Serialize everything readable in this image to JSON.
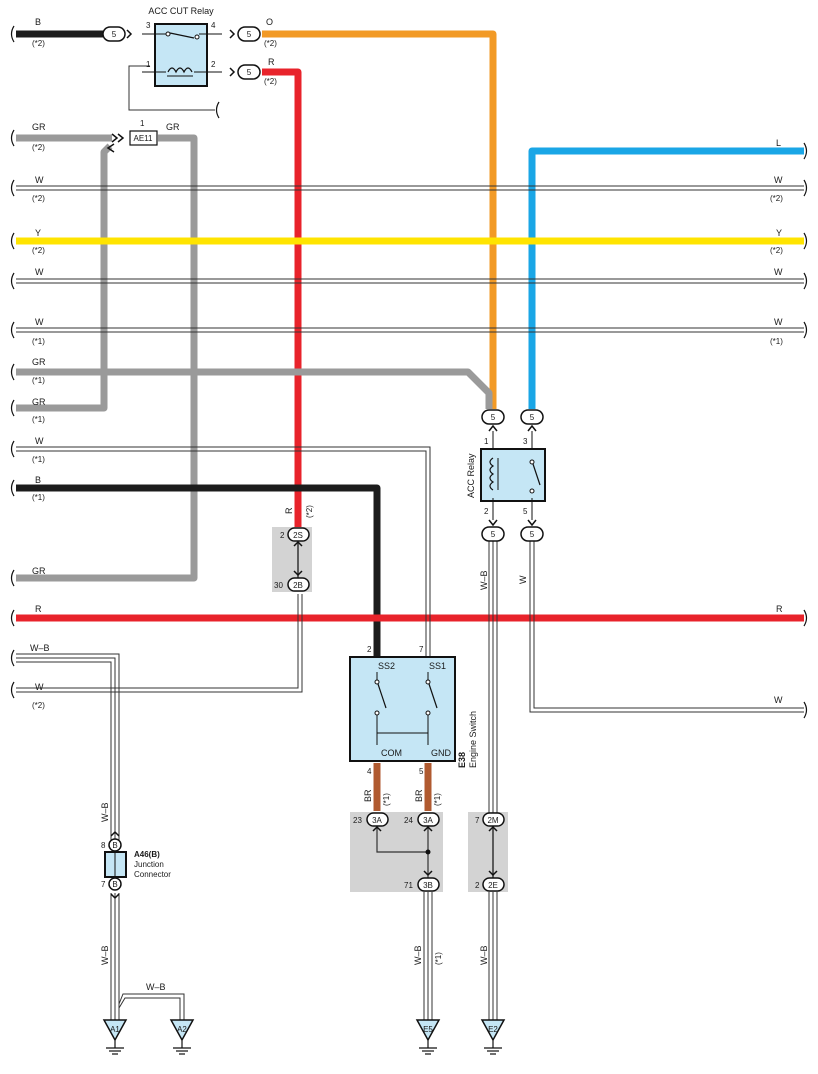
{
  "colors": {
    "black": "#1c1c1c",
    "orange": "#f29a26",
    "red": "#e8232b",
    "gray": "#9a9a9a",
    "blue": "#1aa6e6",
    "yellow": "#ffe400",
    "brown": "#b05a30",
    "component_fill": "#c5e6f5",
    "shade": "#d3d3d3"
  },
  "acc_cut_relay": {
    "title": "ACC CUT Relay",
    "pin3": "3",
    "pin4": "4",
    "pin1": "1",
    "pin2": "2"
  },
  "acc_relay": {
    "title": "ACC Relay",
    "pin1": "1",
    "pin3": "3",
    "pin2": "2",
    "pin5": "5"
  },
  "engine_switch": {
    "code": "E38",
    "name": "Engine Switch",
    "ss2": "SS2",
    "ss1": "SS1",
    "com": "COM",
    "gnd": "GND",
    "pin2": "2",
    "pin7": "7",
    "pin4": "4",
    "pin5": "5"
  },
  "junction_connector": {
    "code": "A46(B)",
    "name_line1": "Junction",
    "name_line2": "Connector",
    "top_pin": "8",
    "bottom_pin": "7",
    "connector": "B"
  },
  "connectors": {
    "c5": "5",
    "ae11": "AE11",
    "ae11_pin": "1",
    "c2s": "2S",
    "c2s_pin": "2",
    "c2b": "2B",
    "c2b_pin": "30",
    "c3a": "3A",
    "c3a_pin_left": "23",
    "c3a_pin_right": "24",
    "c3b": "3B",
    "c3b_pin": "71",
    "c2m": "2M",
    "c2m_pin": "7",
    "c2e": "2E",
    "c2e_pin": "2"
  },
  "grounds": {
    "a1": "A1",
    "a2": "A2",
    "e5": "E5",
    "e2": "E2"
  },
  "wire_labels": {
    "B": "B",
    "O": "O",
    "R": "R",
    "GR": "GR",
    "L": "L",
    "W": "W",
    "Y": "Y",
    "WB": "W–B",
    "BR": "BR",
    "note1": "(*1)",
    "note2": "(*2)"
  }
}
